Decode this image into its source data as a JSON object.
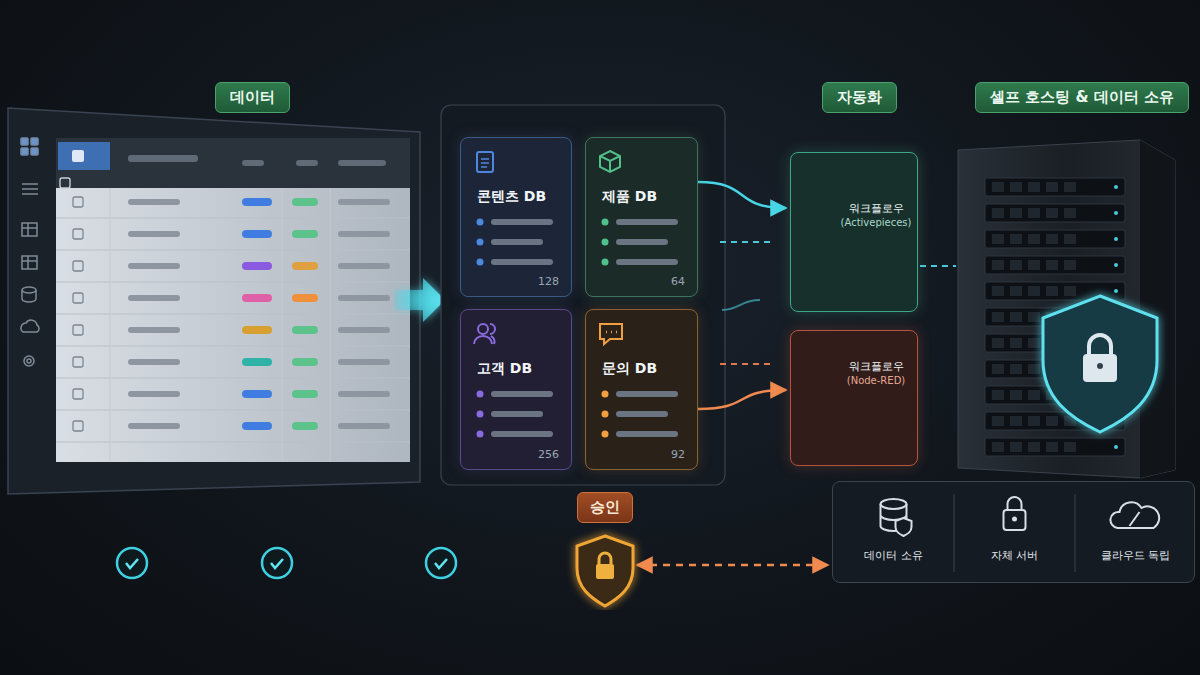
{
  "diagram": {
    "nodes": [
      {
        "text": [
          "콘텐츠 DB",
          "128"
        ]
      },
      {
        "text": [
          "제품 DB",
          "64"
        ]
      },
      {
        "text": [
          "고객 DB",
          "256"
        ]
      },
      {
        "text": [
          "문의 DB",
          "92"
        ]
      },
      {
        "text": [
          "워크플로우",
          "(Activepieces)"
        ]
      },
      {
        "text": [
          "워크플로우",
          "(Node-RED)"
        ]
      },
      {
        "text": [
          "승인"
        ]
      },
      {
        "text": [
          "데이터 소유",
          "자체 서버",
          "클라우드 독립"
        ]
      }
    ],
    "edges": [
      {
        "from": 1,
        "to": 4,
        "arrow": "to"
      },
      {
        "from": 3,
        "to": 5,
        "arrow": "to"
      },
      {
        "from": 6,
        "to": 7,
        "arrow": "both"
      }
    ],
    "labels": [
      "데이터",
      "자동화",
      "셀프 호스팅 & 데이터 소유"
    ]
  }
}
